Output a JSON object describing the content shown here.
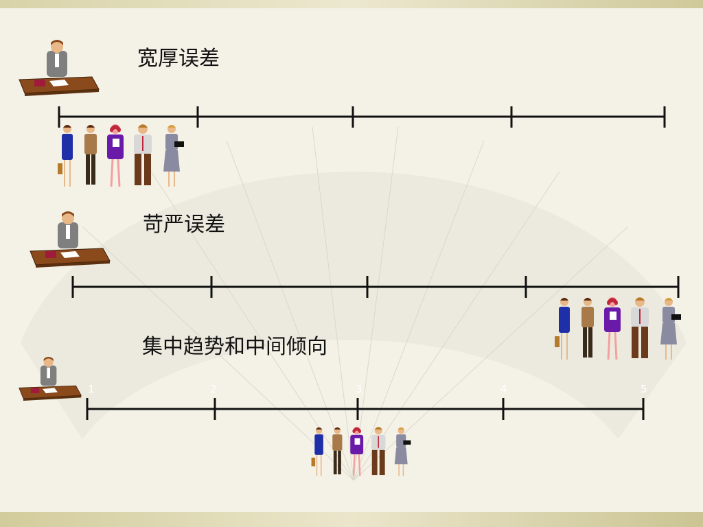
{
  "slide": {
    "sections": [
      {
        "heading": "宽厚误差"
      },
      {
        "heading": "苛严误差"
      },
      {
        "heading": "集中趋势和中间倾向"
      }
    ],
    "scale_labels": [
      "1",
      "2",
      "3",
      "4",
      "5"
    ]
  },
  "icons": {
    "evaluator": "seated-evaluator-at-desk-icon",
    "group": "group-of-five-people-icon"
  }
}
